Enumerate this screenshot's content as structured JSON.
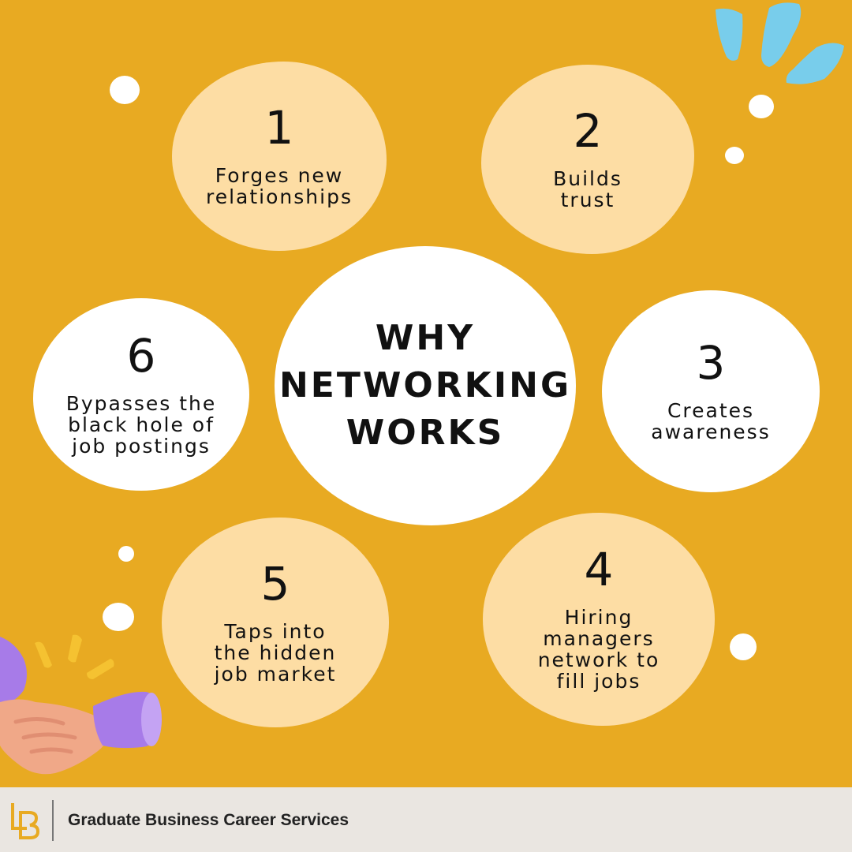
{
  "title": "WHY\nNETWORKING\nWORKS",
  "items": [
    {
      "number": "1",
      "text": "Forges new\nrelationships"
    },
    {
      "number": "2",
      "text": "Builds\ntrust"
    },
    {
      "number": "3",
      "text": "Creates\nawareness"
    },
    {
      "number": "4",
      "text": "Hiring\nmanagers\nnetwork to\nfill jobs"
    },
    {
      "number": "5",
      "text": "Taps into\nthe hidden\njob market"
    },
    {
      "number": "6",
      "text": "Bypasses the\nblack hole of\njob postings"
    }
  ],
  "footer": {
    "organization": "Graduate Business Career Services",
    "logo": "LB"
  },
  "colors": {
    "background": "#E8AA22",
    "light_circle": "#FDDDA4",
    "white_circle": "#FFFFFF",
    "footer": "#EAE6E1",
    "accent_blue": "#78CDEB"
  },
  "icons": [
    "handshake-icon",
    "sparkle-icon"
  ]
}
